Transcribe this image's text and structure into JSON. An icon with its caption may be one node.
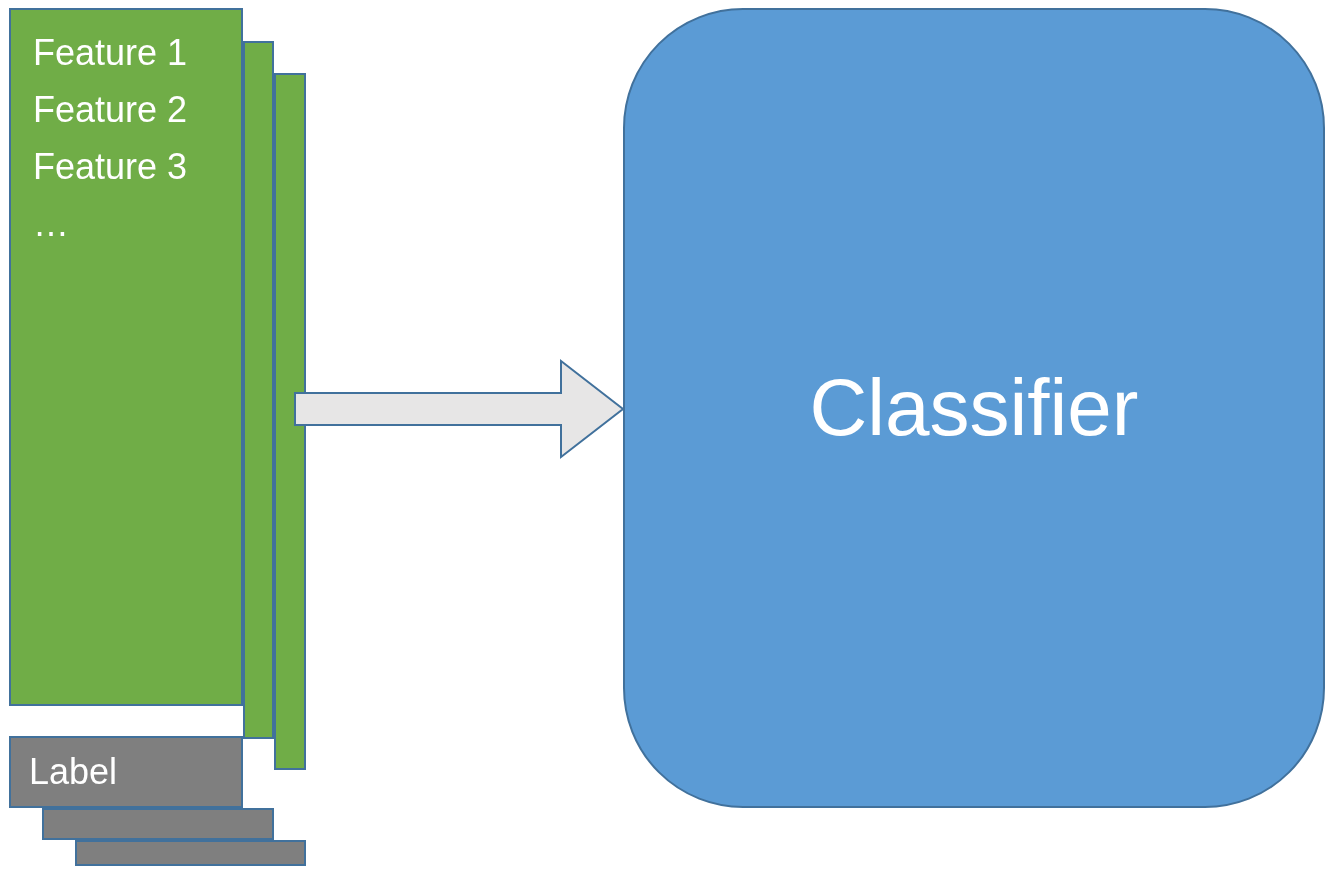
{
  "diagram": {
    "nodes": [
      {
        "text": [
          "Feature 1",
          "Feature 2",
          "Feature 3",
          "…"
        ]
      },
      {
        "text": [],
        "shape": "box"
      },
      {
        "text": [],
        "shape": "box"
      },
      {
        "text": [
          "Label"
        ]
      },
      {
        "text": [],
        "shape": "box"
      },
      {
        "text": [],
        "shape": "box"
      },
      {
        "text": [
          "Classifier"
        ]
      }
    ],
    "edges": [
      {
        "from": 0,
        "to": 6,
        "arrow": "to",
        "style": "thick"
      }
    ]
  }
}
